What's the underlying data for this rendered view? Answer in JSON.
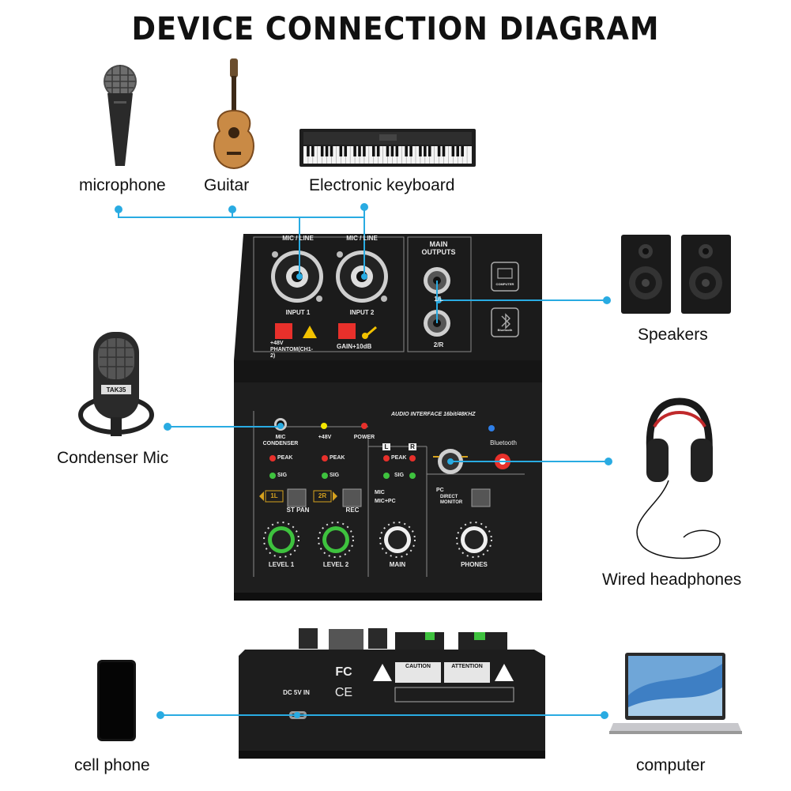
{
  "title": "DEVICE CONNECTION DIAGRAM",
  "colors": {
    "connector": "#29abe2",
    "panel": "#1c1c1c",
    "red_button": "#e8302b",
    "green_knob": "#3ec23e"
  },
  "devices": {
    "microphone": "microphone",
    "guitar": "Guitar",
    "keyboard": "Electronic keyboard",
    "speakers": "Speakers",
    "condenser_mic": "Condenser Mic",
    "headphones": "Wired headphones",
    "cell_phone": "cell phone",
    "computer": "computer"
  },
  "mixer_front": {
    "input1_header": "MIC / LINE",
    "input2_header": "MIC / LINE",
    "input1_label": "INPUT 1",
    "input2_label": "INPUT 2",
    "main_outputs": "MAIN\nOUTPUTS",
    "out1": "1/L",
    "out2": "2/R",
    "phantom": "+48V\nPHANTOM(CH1-2)",
    "gain": "GAIN+10dB",
    "computer_icon_label": "COMPUTER",
    "bluetooth_icon_label": "Bluetooth",
    "audio_interface": "AUDIO INTERFACE 16bit/48KHZ",
    "mic_condenser": "MIC\nCONDENSER",
    "plus48v": "+48V",
    "power": "POWER",
    "bluetooth": "Bluetooth",
    "peak": "PEAK",
    "sig": "SIG",
    "l": "L",
    "r": "R",
    "btn_1l": "1L",
    "btn_2r": "2R",
    "st_pan": "ST PAN",
    "rec": "REC",
    "mic": "MIC",
    "mic_pc": "MIC+PC",
    "pc": "PC",
    "direct_monitor": "DIRECT\nMONITOR",
    "level1": "LEVEL 1",
    "level2": "LEVEL 2",
    "main": "MAIN",
    "phones": "PHONES"
  },
  "mixer_back": {
    "fc": "FC",
    "ce": "CE",
    "dc_in": "DC 5V IN",
    "caution": "CAUTION",
    "attention": "ATTENTION"
  }
}
